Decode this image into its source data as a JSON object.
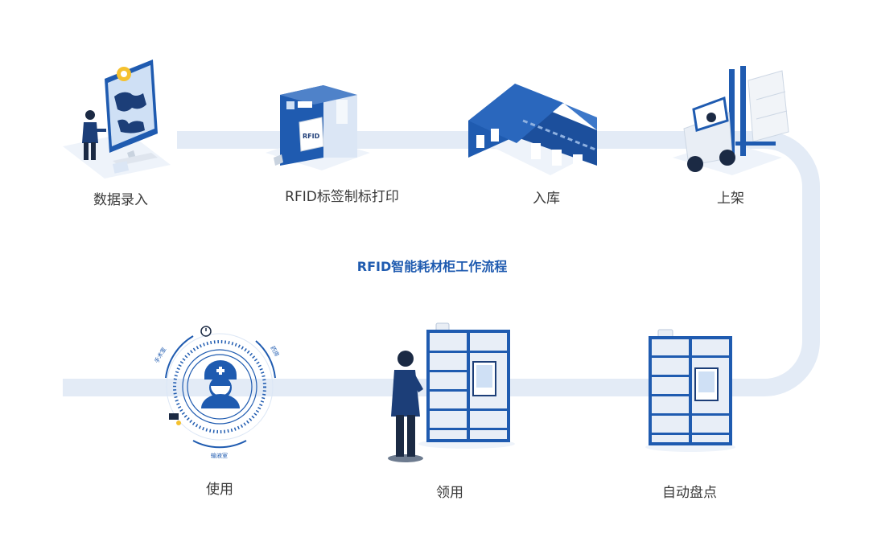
{
  "title": "RFID智能耗材柜工作流程",
  "colors": {
    "track": "#e3ebf6",
    "primary": "#1f5bb0",
    "dark": "#163f7f",
    "light": "#dbe6f5"
  },
  "steps": [
    {
      "label": "数据录入",
      "icon": "computer-map-icon"
    },
    {
      "label": "RFID标签制标打印",
      "icon": "label-printer-icon"
    },
    {
      "label": "入库",
      "icon": "warehouse-icon"
    },
    {
      "label": "上架",
      "icon": "forklift-icon"
    },
    {
      "label": "自动盘点",
      "icon": "smart-cabinet-icon"
    },
    {
      "label": "领用",
      "icon": "person-cabinet-icon"
    },
    {
      "label": "使用",
      "icon": "nurse-circle-icon"
    }
  ],
  "dial_labels": {
    "left": "手术室",
    "right": "药房",
    "bottom": "输液室"
  },
  "printer_tag": "RFID"
}
